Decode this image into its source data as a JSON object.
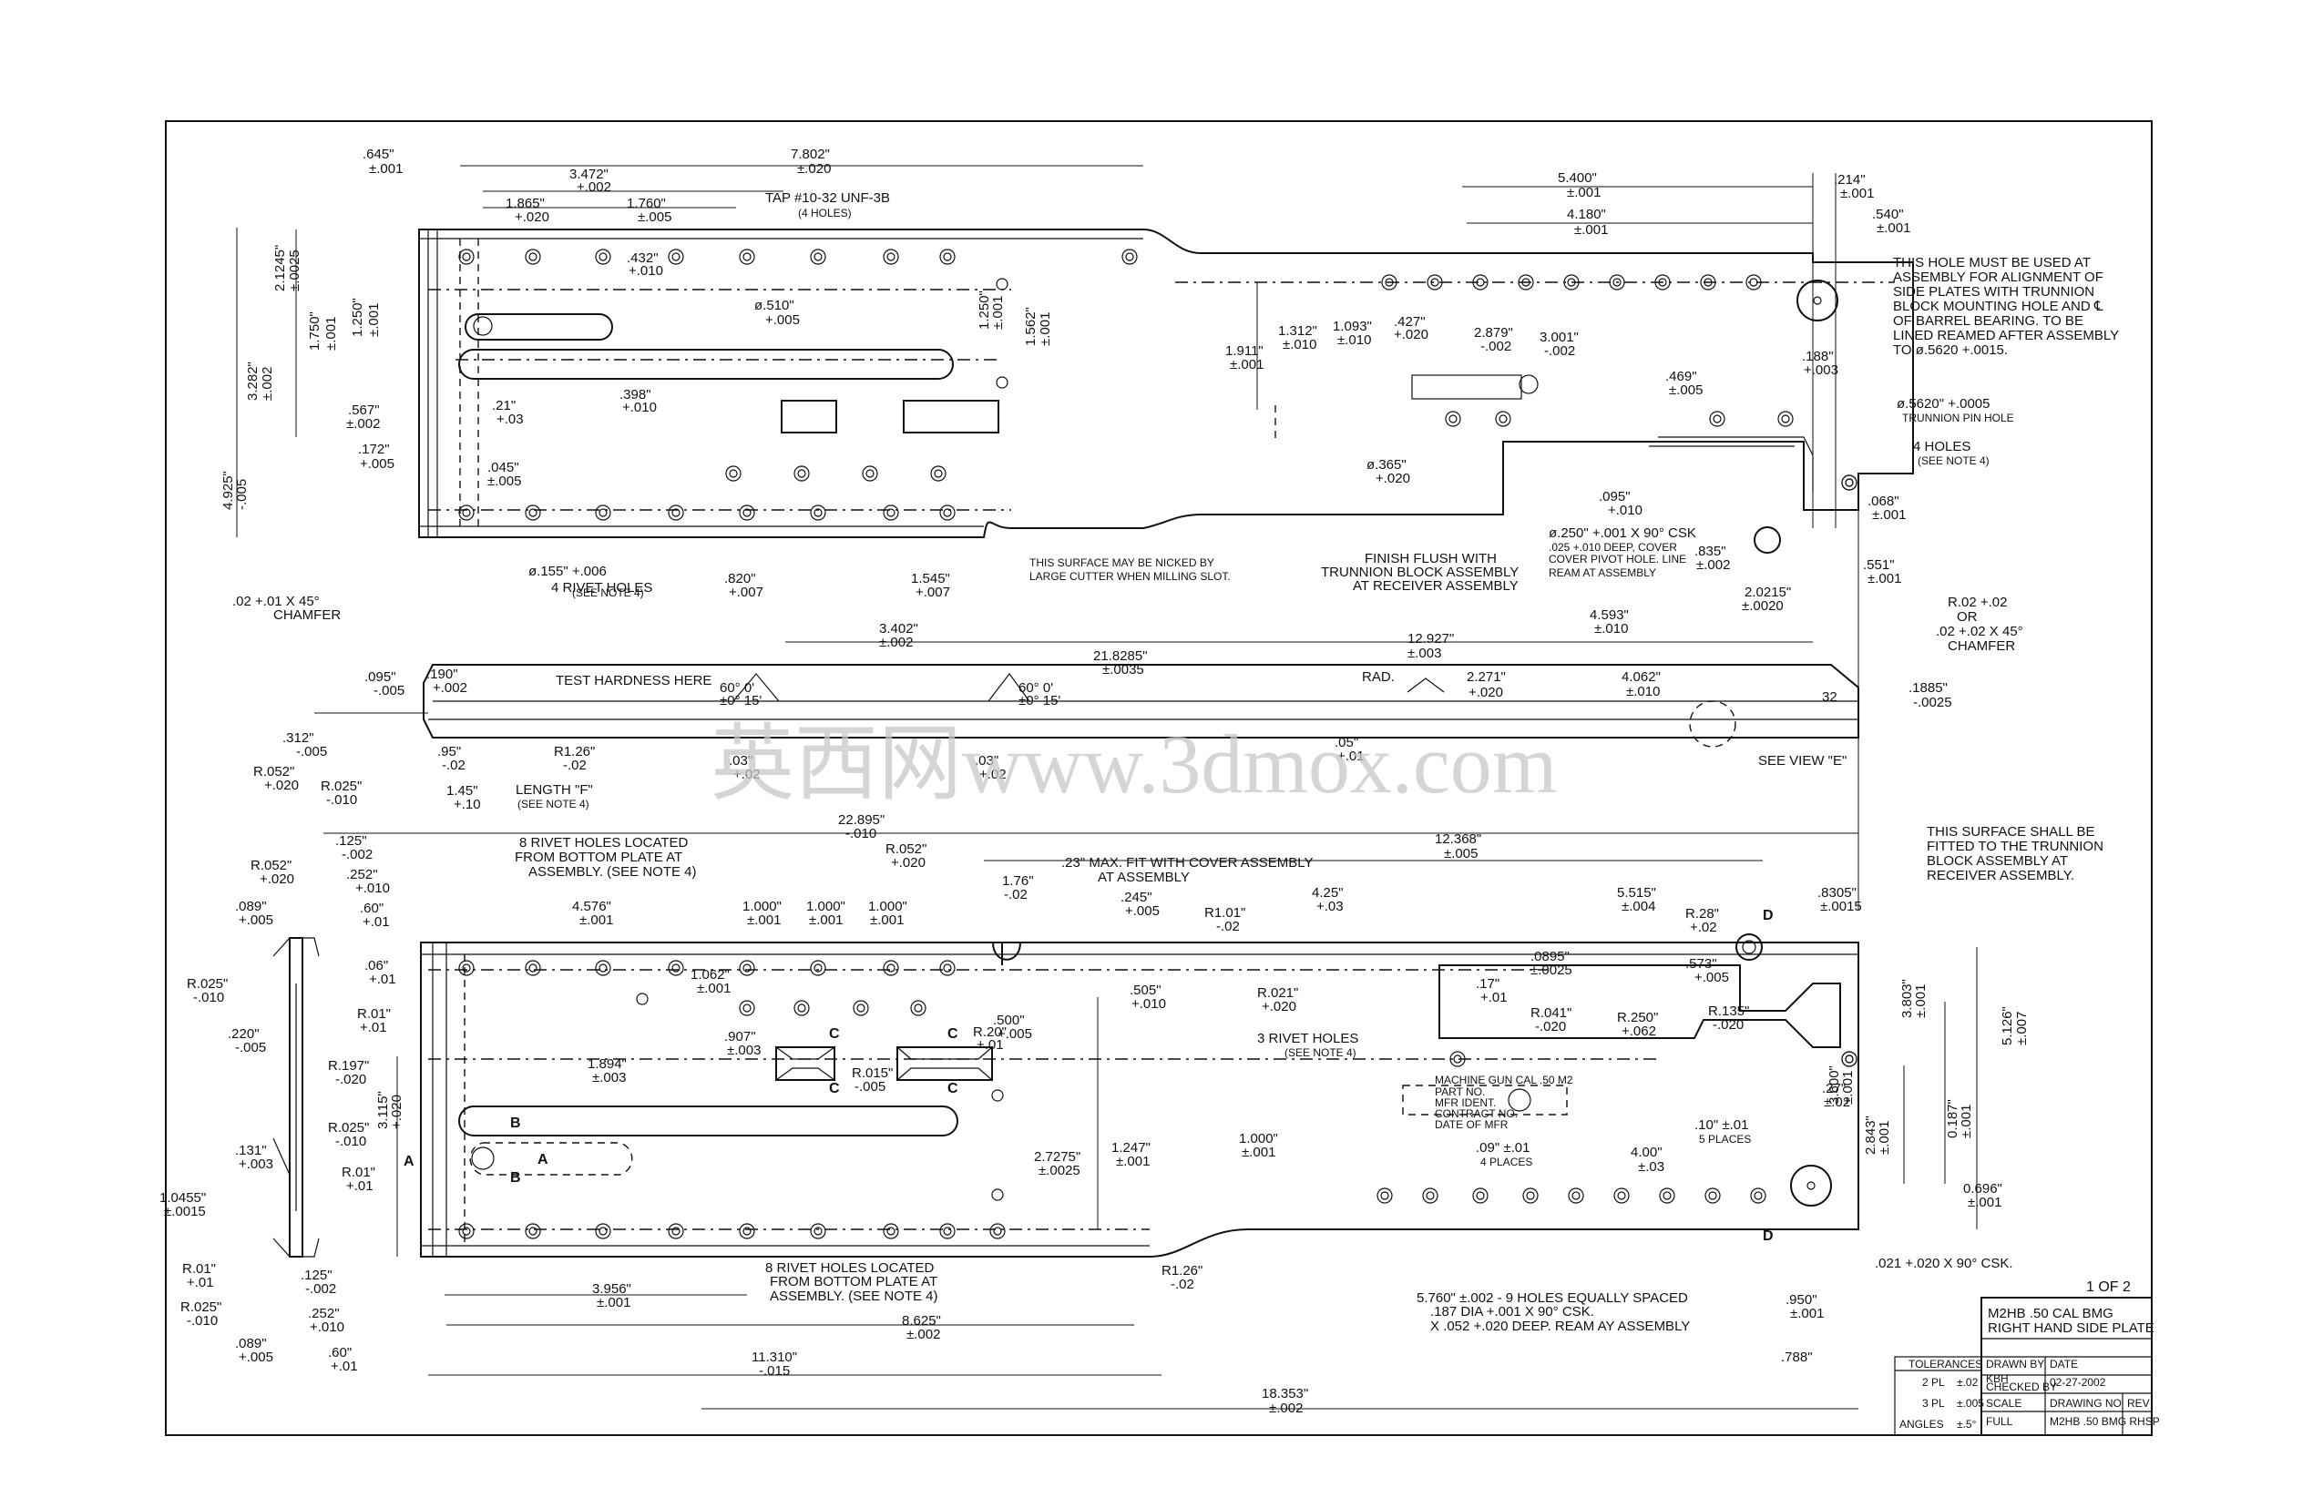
{
  "dims_top": [
    "7.802\"",
    "±.020",
    "3.472\"",
    "+.002",
    "1.865\"",
    "+.020",
    "1.760\"",
    "±.005",
    ".645\"",
    "±.001",
    "TAP #10-32 UNF-3B",
    "(4 HOLES)",
    ".432\"",
    "+.010",
    "ø.510\"",
    "+.005",
    "2.1245\"",
    "±.0025",
    "1.750\"",
    "±.001",
    "1.250\"",
    "±.001",
    "3.282\"",
    "±.002",
    ".567\"",
    "±.002",
    ".21\"",
    "+.03",
    ".172\"",
    "+.005",
    ".398\"",
    "+.010",
    "1.250\"",
    "±.001",
    "1.562\"",
    "±.001",
    ".045\"",
    "±.005",
    "4.925\"",
    "-.005",
    "ø.155\" +.006",
    "4 RIVET HOLES",
    "(SEE NOTE 4)",
    ".820\"",
    "+.007",
    "1.545\"",
    "+.007",
    "THIS SURFACE MAY BE NICKED BY",
    "LARGE CUTTER WHEN MILLING SLOT.",
    "3.402\"",
    "±.002"
  ],
  "dims_top_right": [
    "5.400\"",
    "±.001",
    "4.180\"",
    "±.001",
    ".214\"",
    "±.001",
    ".540\"",
    "±.001",
    "1.911\"",
    "±.001",
    "1.312\"",
    "±.010",
    "1.093\"",
    "±.010",
    ".427\"",
    "+.020",
    "2.879\"",
    "-.002",
    "3.001\"",
    "-.002",
    ".469\"",
    "±.005",
    ".188\"",
    "+.003",
    "ø.365\"",
    "+.020",
    "ø.5620\" +.0005",
    "TRUNNION PIN HOLE",
    "4 HOLES",
    "(SEE NOTE 4)",
    ".095\"",
    "+.010",
    ".068\"",
    "±.001",
    "ø.250\" +.001 X 90° CSK",
    ".025 +.010 DEEP, COVER",
    "COVER PIVOT HOLE. LINE",
    "REAM AT ASSEMBLY",
    ".835\"",
    "±.002",
    ".551\"",
    "±.001",
    "FINISH FLUSH WITH",
    "TRUNNION BLOCK ASSEMBLY",
    "AT RECEIVER ASSEMBLY",
    "2.0215\"",
    "±.0020",
    "4.593\"",
    "±.010",
    "12.927\"",
    "±.003"
  ],
  "note_trunnion": [
    "THIS HOLE MUST BE USED AT",
    "ASSEMBLY FOR ALIGNMENT OF",
    "SIDE PLATES WITH TRUNNION",
    "BLOCK MOUNTING HOLE AND ℄",
    "OF BARREL BEARING. TO BE",
    "LINED REAMED AFTER ASSEMBLY",
    "TO ø.5620 +.0015."
  ],
  "dims_mid": [
    ".02 +.01 X 45°",
    "CHAMFER",
    ".095\"",
    "-.005",
    ".190\"",
    "+.002",
    "TEST HARDNESS HERE",
    "60° 0'",
    "±0° 15'",
    "21.8285\"",
    "±.0035",
    "60° 0'",
    "±0° 15'",
    "RAD.",
    "2.271\"",
    "+.020",
    "4.062\"",
    "±.010",
    "R.02 +.02",
    "OR",
    ".02 +.02 X 45°",
    "CHAMFER",
    "32",
    ".1885\"",
    "-.0025",
    ".312\"",
    "-.005",
    ".95\"",
    "-.02",
    "R1.26\"",
    "-.02",
    "R.052\"",
    "+.020",
    "R.025\"",
    "-.010",
    "1.45\"",
    "+.10",
    "LENGTH \"F\"",
    "(SEE NOTE 4)",
    ".05\"",
    "+.01",
    ".03\"",
    "+.02",
    ".03\"",
    "+.02",
    "SEE VIEW \"E\"",
    "22.895\"",
    "-.010"
  ],
  "dims_bottom": [
    "12.368\"",
    "±.005",
    "8 RIVET HOLES LOCATED",
    "FROM BOTTOM PLATE AT",
    "ASSEMBLY. (SEE NOTE 4)",
    "R.052\"",
    "+.020",
    ".23\" MAX. FIT WITH COVER ASSEMBLY",
    "AT ASSEMBLY",
    "1.76\"",
    "-.02",
    ".245\"",
    "+.005",
    "4.25\"",
    "+.03",
    "5.515\"",
    "±.004",
    ".8305\"",
    "±.0015",
    "4.576\"",
    "±.001",
    "1.000\"",
    "±.001",
    "1.000\"",
    "±.001",
    "1.000\"",
    "±.001",
    "R1.01\"",
    "-.02",
    "R.28\"",
    "+.02",
    "1.062\"",
    "±.001",
    ".0895\"",
    "±.0025",
    ".573\"",
    "+.005",
    ".505\"",
    "+.010",
    "R.021\"",
    "+.020",
    ".17\"",
    "+.01",
    "R.041\"",
    "-.020",
    "R.250\"",
    "+.062",
    "R.135\"",
    "-.020",
    ".907\"",
    "±.003",
    "R.20\"",
    "+.01",
    ".500\"",
    "+.005",
    "1.894\"",
    "±.003",
    "R.015\"",
    "-.005",
    "3 RIVET HOLES",
    "(SEE NOTE 4)",
    "MACHINE GUN CAL .50 M2",
    "PART NO.",
    "MFR IDENT.",
    "CONTRACT NO.",
    "DATE OF MFR",
    ".27\"",
    "±.02",
    "2.7275\"",
    "±.0025",
    "1.247\"",
    "±.001",
    "1.000\"",
    "±.001",
    ".09\" ±.01",
    "4 PLACES",
    "4.00\"",
    "±.03",
    ".10\" ±.01",
    "5 PLACES",
    "3.956\"",
    "±.001",
    "8 RIVET HOLES LOCATED",
    "FROM BOTTOM PLATE AT",
    "ASSEMBLY. (SEE NOTE 4)",
    "R1.26\"",
    "-.02",
    "8.625\"",
    "±.002",
    "11.310\"",
    "-.015",
    "5.760\" ±.002 - 9 HOLES EQUALLY SPACED",
    ".187 DIA +.001 X 90° CSK.",
    "X .052 +.020 DEEP. REAM AY ASSEMBLY",
    ".950\"",
    "±.001",
    ".788\"",
    "18.353\"",
    "±.002",
    ".021 +.020 X 90° CSK.",
    "2.843\"",
    "±.001",
    "3.600\"",
    "±.001",
    "3.803\"",
    "±.001",
    "0.187\"",
    "±.001",
    "5.126\"",
    "±.007",
    "0.696\"",
    "±.001",
    "3.115\"",
    "+.020"
  ],
  "note_surface": [
    "THIS SURFACE SHALL BE",
    "FITTED TO THE TRUNNION",
    "BLOCK ASSEMBLY AT",
    "RECEIVER ASSEMBLY."
  ],
  "dims_left": [
    ".125\"",
    "-.002",
    "R.052\"",
    "+.020",
    ".252\"",
    "+.010",
    ".089\"",
    "+.005",
    ".60\"",
    "+.01",
    "R.025\"",
    "-.010",
    ".06\"",
    "+.01",
    "R.01\"",
    "+.01",
    ".220\"",
    "-.005",
    "R.197\"",
    "-.020",
    "R.025\"",
    "-.010",
    ".131\"",
    "+.003",
    "R.01\"",
    "+.01",
    "1.0455\"",
    "±.0015",
    "R.01\"",
    "+.01",
    ".125\"",
    "-.002",
    "R.025\"",
    "-.010",
    ".252\"",
    "+.010",
    ".089\"",
    "+.005",
    ".60\"",
    "+.01"
  ],
  "title_block": {
    "sheet": "1 OF 2",
    "title1": "M2HB .50 CAL BMG",
    "title2": "RIGHT HAND SIDE PLATE",
    "tolerances": "TOLERANCES",
    "dec2": "2 PL",
    "dec2v": "±.02",
    "dec3": "3 PL",
    "dec3v": "±.005",
    "angles": "ANGLES",
    "anglesv": "±.5°",
    "drawn_by": "DRAWN BY",
    "drawn_name": "KBH",
    "date_label": "DATE",
    "date": "02-27-2002",
    "checked_by": "CHECKED BY",
    "scale_label": "SCALE",
    "scale": "FULL",
    "drawing_no_label": "DRAWING NO",
    "drawing_no": "M2HB .50 BMG RHSP",
    "rev_label": "REV"
  },
  "section_marks": [
    "C",
    "C",
    "C",
    "C",
    "B",
    "B",
    "A",
    "A",
    "D",
    "D"
  ],
  "watermark": "英西网www.3dmox.com"
}
